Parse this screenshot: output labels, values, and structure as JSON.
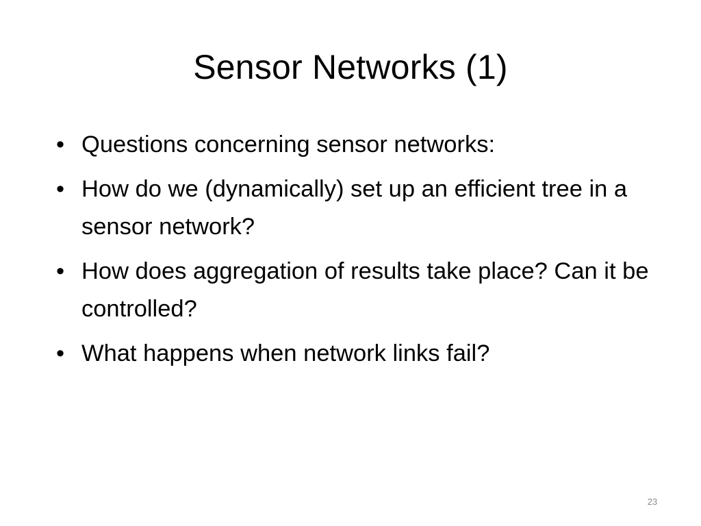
{
  "slide": {
    "title": "Sensor Networks (1)",
    "bullets": [
      {
        "marker": "•",
        "text": "Questions concerning sensor networks:"
      },
      {
        "marker": "•",
        "text": "How do we (dynamically) set up an efficient tree in a sensor network?"
      },
      {
        "marker": "•",
        "text": "How does aggregation of results take place? Can it be controlled?"
      },
      {
        "marker": "•",
        "text": "What happens when network links fail?"
      }
    ],
    "page_number": "23"
  }
}
